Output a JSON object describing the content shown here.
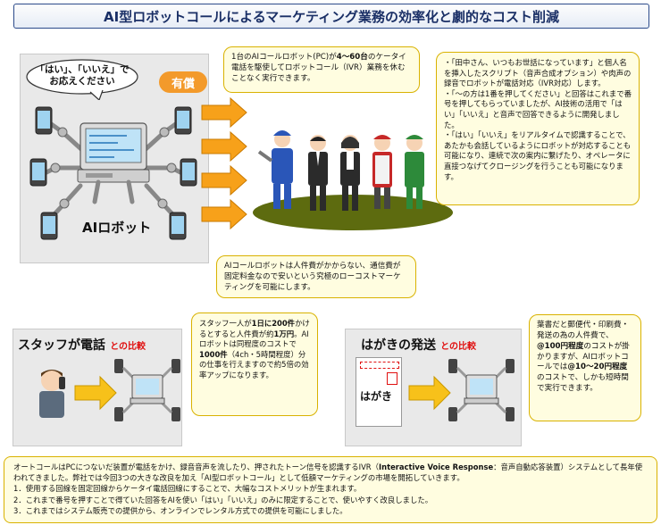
{
  "title": "AI型ロボットコールによるマーケティング業務の効率化と劇的なコスト削減",
  "top_panel": {
    "speech_bubble": "「はい」、「いいえ」で\nお応えください",
    "paid_badge": "有償",
    "robot_label": "AIロボット"
  },
  "callout_1": {
    "pre": "1台のAIコールロボット(PC)が",
    "bold": "4〜60台",
    "post": "のケータイ電話を駆使してロボットコール（IVR）業務を休むことなく実行できます。"
  },
  "callout_2": {
    "lines": [
      "・「田中さん、いつもお世話になっています」と個人名を挿入したスクリプト（音声合成オプション）や肉声の録音でロボットが電話対応（IVR対応）します。",
      "・「〜の方は1番を押してください」と回答はこれまで番号を押してもらっていましたが、AI技術の活用で「はい」「いいえ」と音声で回答できるように開発しました。",
      "・「はい」「いいえ」をリアルタイムで認識することで、あたかも会話しているようにロボットが対応することも可能になり、連続で次の案内に繋げたり、オペレータに直接つなげてクロージングを行うことも可能になります。"
    ]
  },
  "callout_3": {
    "text": "AIコールロボットは人件費がかからない、通信費が固定料金なので安いという究極のローコストマーケティングを可能にします。"
  },
  "staff_section": {
    "title": "スタッフが電話",
    "compare": "との比較",
    "callout": {
      "line1_pre": "スタッフ一人が",
      "line1_bold": "1日に200件",
      "line1_post": "かけるとすると人件費が約",
      "cost_bold": "1万円",
      "line2_pre": "。AIロボットは同程度のコストで",
      "line2_bold": "1000件",
      "line2_post": "（4ch・5時間程度）分の仕事を行えますので約5倍の効率アップになります。"
    }
  },
  "postcard_section": {
    "title": "はがきの発送",
    "compare": "との比較",
    "postcard_label": "はがき",
    "callout": {
      "pre": "葉書だと郵便代・印刷費・発送の為の人件費で、",
      "bold1": "@100円程度",
      "mid": "のコストが掛かりますが、AIロボットコールでは",
      "bold2": "@10〜20円程度",
      "post": "のコストで、しかも短時間で実行できます。"
    }
  },
  "bottom": {
    "intro_pre": "オートコールはPCにつないだ装置が電話をかけ、録音音声を流したり、押されたトーン信号を認識するIVR（",
    "intro_bold": "Interactive Voice Response",
    "intro_post": "：音声自動応答装置）システムとして長年使われてきました。弊社では今回3つの大きな改良を加え「AI型ロボットコール」として低額マーケティングの市場を開拓していきます。",
    "items": [
      "1．使用する回線を固定回線からケータイ電話回線にすることで、大幅なコストメリットが生まれます。",
      "2．これまで番号を押すことで得ていた回答をAIを使い「はい」「いいえ」のみに限定することで、使いやすく改良しました。",
      "3．これまではシステム販売での提供から、オンラインでレンタル方式での提供を可能にしました。"
    ]
  },
  "colors": {
    "callout_bg": "#fffde0",
    "callout_border": "#d9b200",
    "arrow_orange": "#f7a11a",
    "badge_orange": "#f39a2b",
    "title_blue": "#1a2f66",
    "compare_red": "#e01010"
  }
}
